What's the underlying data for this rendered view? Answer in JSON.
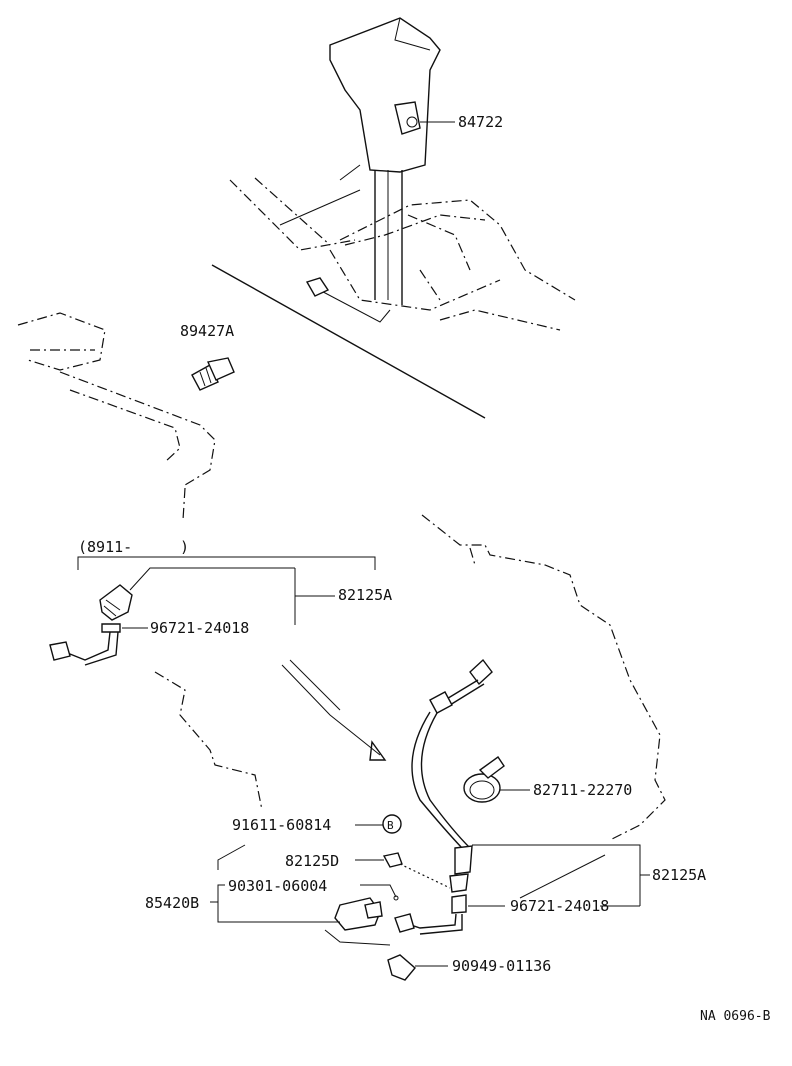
{
  "labels": {
    "p84722": "84722",
    "p89427A": "89427A",
    "p8911": "(8911-",
    "p8911_close": ")",
    "p82125A_top": "82125A",
    "p96721_top": "96721-24018",
    "p82711": "82711-22270",
    "p91611": "91611-60814",
    "circle_b": "B",
    "p82125D": "82125D",
    "p90301": "90301-06004",
    "p85420B": "85420B",
    "p82125A_bottom": "82125A",
    "p96721_bottom": "96721-24018",
    "p90949": "90949-01136",
    "diagram_code": "NA 0696-B"
  },
  "colors": {
    "ink": "#111111",
    "paper": "#ffffff"
  }
}
